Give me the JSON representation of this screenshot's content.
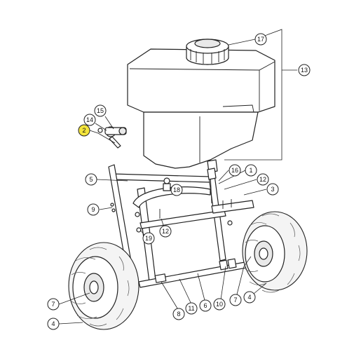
{
  "diagram": {
    "callouts": [
      {
        "id": "c17",
        "label": "17",
        "highlight": false
      },
      {
        "id": "c13",
        "label": "13",
        "highlight": false
      },
      {
        "id": "c15",
        "label": "15",
        "highlight": false
      },
      {
        "id": "c14",
        "label": "14",
        "highlight": false
      },
      {
        "id": "c2",
        "label": "2",
        "highlight": true
      },
      {
        "id": "c5",
        "label": "5",
        "highlight": false
      },
      {
        "id": "c16",
        "label": "16",
        "highlight": false
      },
      {
        "id": "c1",
        "label": "1",
        "highlight": false
      },
      {
        "id": "c12a",
        "label": "12",
        "highlight": false
      },
      {
        "id": "c18",
        "label": "18",
        "highlight": false
      },
      {
        "id": "c3",
        "label": "3",
        "highlight": false
      },
      {
        "id": "c9",
        "label": "9",
        "highlight": false
      },
      {
        "id": "c12b",
        "label": "12",
        "highlight": false
      },
      {
        "id": "c19",
        "label": "19",
        "highlight": false
      },
      {
        "id": "c7a",
        "label": "7",
        "highlight": false
      },
      {
        "id": "c4a",
        "label": "4",
        "highlight": false
      },
      {
        "id": "c8",
        "label": "8",
        "highlight": false
      },
      {
        "id": "c11",
        "label": "11",
        "highlight": false
      },
      {
        "id": "c6",
        "label": "6",
        "highlight": false
      },
      {
        "id": "c10",
        "label": "10",
        "highlight": false
      },
      {
        "id": "c7b",
        "label": "7",
        "highlight": false
      },
      {
        "id": "c4b",
        "label": "4",
        "highlight": false
      }
    ],
    "colors": {
      "highlight": "#f3e43c",
      "line": "#222222"
    }
  }
}
